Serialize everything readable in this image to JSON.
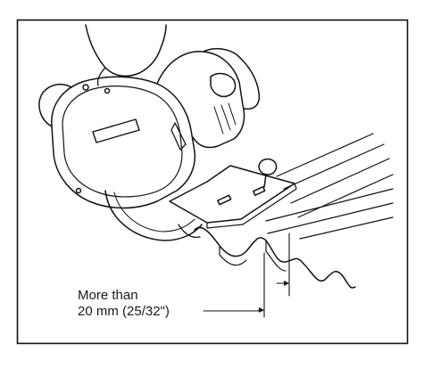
{
  "figure": {
    "subject": "circular saw cutting corrugated sheet",
    "annotation": {
      "line1": "More than",
      "line2": "20 mm (25/32\")"
    }
  }
}
